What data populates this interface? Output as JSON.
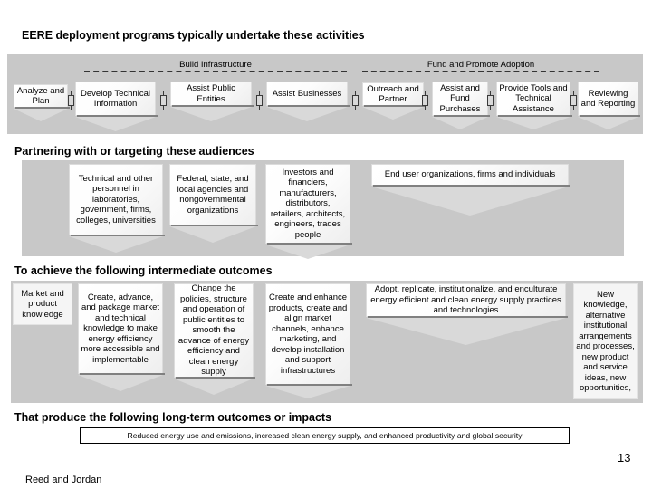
{
  "slide": {
    "page_number": "13",
    "footer": "Reed and Jordan"
  },
  "sections": [
    {
      "heading": "EERE deployment programs typically undertake these activities",
      "groups": [
        {
          "label": "Build Infrastructure"
        },
        {
          "label": "Fund and Promote Adoption"
        }
      ],
      "boxes": [
        {
          "label": "Analyze and Plan"
        },
        {
          "label": "Develop Technical Information"
        },
        {
          "label": "Assist Public Entities"
        },
        {
          "label": "Assist Businesses"
        },
        {
          "label": "Outreach and Partner"
        },
        {
          "label": "Assist and Fund Purchases"
        },
        {
          "label": "Provide Tools and Technical Assistance"
        },
        {
          "label": "Reviewing and Reporting"
        }
      ]
    },
    {
      "heading": "Partnering with or targeting these audiences",
      "boxes": [
        {
          "label": "Technical and other personnel in laboratories, government, firms, colleges, universities"
        },
        {
          "label": "Federal, state, and local agencies and nongovernmental organizations"
        },
        {
          "label": "Investors and financiers, manufacturers, distributors, retailers, architects, engineers, trades people"
        },
        {
          "label": "End user organizations, firms and individuals"
        }
      ]
    },
    {
      "heading": "To achieve the following intermediate outcomes",
      "boxes": [
        {
          "label": "Market and product knowledge"
        },
        {
          "label": "Create, advance, and package market and technical knowledge to make energy efficiency more accessible and implementable"
        },
        {
          "label": "Change the policies, structure and operation of public entities to smooth the advance of energy efficiency and clean energy supply"
        },
        {
          "label": "Create and enhance products, create and align market channels, enhance marketing, and develop installation and support infrastructures"
        },
        {
          "label": "Adopt, replicate, institutionalize, and enculturate energy efficient and clean energy supply practices and technologies"
        },
        {
          "label": "New knowledge, alternative institutional arrangements and processes, new product and service ideas, new opportunities,"
        }
      ]
    },
    {
      "heading": "That produce the following long-term outcomes or impacts",
      "outcome": "Reduced energy use and emissions, increased clean energy supply, and enhanced productivity and global security"
    }
  ],
  "colors": {
    "band": "#c8c8c8",
    "arrow_fill": "#d9d9d9",
    "shadow": "#808080"
  }
}
